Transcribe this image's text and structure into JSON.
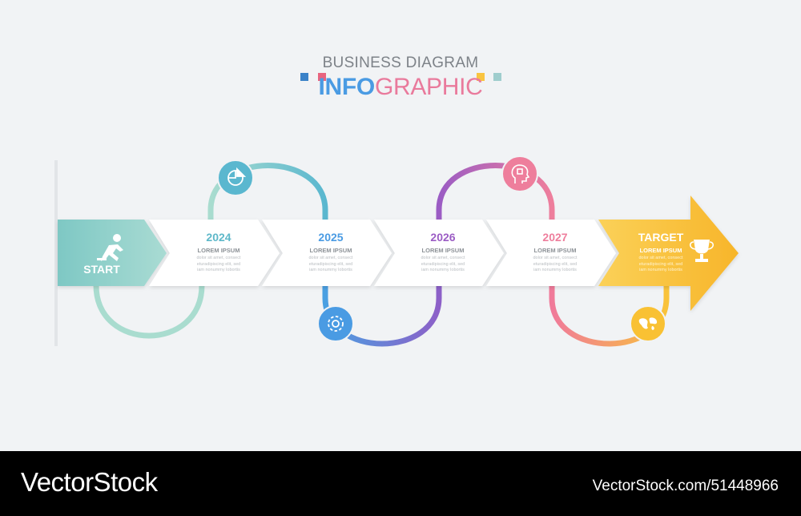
{
  "header": {
    "subtitle": "BUSINESS DIAGRAM",
    "title_part1": "INFO",
    "title_part2": "GRAPHIC"
  },
  "colors": {
    "start": "#8ccfc6",
    "blue": "#4a9be3",
    "purple": "#9b5cc4",
    "pink": "#ee7e9c",
    "yellow": "#f9bd2b",
    "square_blue": "#3b82c8",
    "square_pink": "#e8647f",
    "square_yellow": "#f9c440",
    "square_teal": "#9fcdcd"
  },
  "start": {
    "label": "START"
  },
  "steps": [
    {
      "year": "2024",
      "label": "LOREM IPSUM",
      "desc1": "dolor sit amet, consect",
      "desc2": "eturadipiscing elit, sed",
      "desc3": "iam nonummy lobortis",
      "color": "#5eb8c9"
    },
    {
      "year": "2025",
      "label": "LOREM IPSUM",
      "desc1": "dolor sit amet, consect",
      "desc2": "eturadipiscing elit, sed",
      "desc3": "iam nonummy lobortis",
      "color": "#4a9be3"
    },
    {
      "year": "2026",
      "label": "LOREM IPSUM",
      "desc1": "dolor sit amet, consect",
      "desc2": "eturadipiscing elit, sed",
      "desc3": "iam nonummy lobortis",
      "color": "#9b5cc4"
    },
    {
      "year": "2027",
      "label": "LOREM IPSUM",
      "desc1": "dolor sit amet, consect",
      "desc2": "eturadipiscing elit, sed",
      "desc3": "iam nonummy lobortis",
      "color": "#ee7e9c"
    }
  ],
  "target": {
    "title": "TARGET",
    "label": "LOREM IPSUM",
    "desc1": "dolor sit amet, consect",
    "desc2": "eturadipiscing elit, sed",
    "desc3": "iam nonummy lobortis"
  },
  "icons": [
    "pie-chart-icon",
    "gear-icon",
    "head-profile-icon",
    "world-map-icon",
    "trophy-icon",
    "runner-icon"
  ],
  "footer": {
    "brand": "VectorStock",
    "stock_id": "VectorStock.com/51448966"
  }
}
